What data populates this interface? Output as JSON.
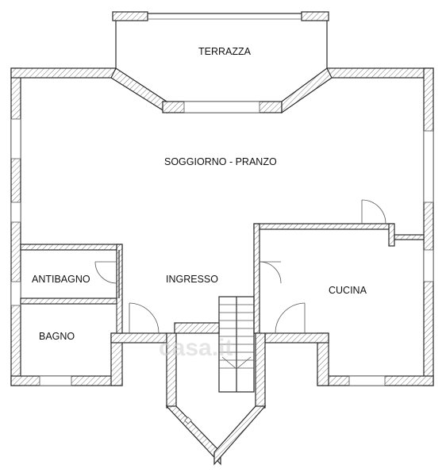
{
  "rooms": {
    "terrazza": "TERRAZZA",
    "soggiorno": "SOGGIORNO - PRANZO",
    "antibagno": "ANTIBAGNO",
    "ingresso": "INGRESSO",
    "cucina": "CUCINA",
    "bagno": "BAGNO"
  },
  "watermark": "casa.it",
  "colors": {
    "wall_stroke": "#2a2a2a",
    "hatch": "#777777",
    "background": "#ffffff"
  }
}
